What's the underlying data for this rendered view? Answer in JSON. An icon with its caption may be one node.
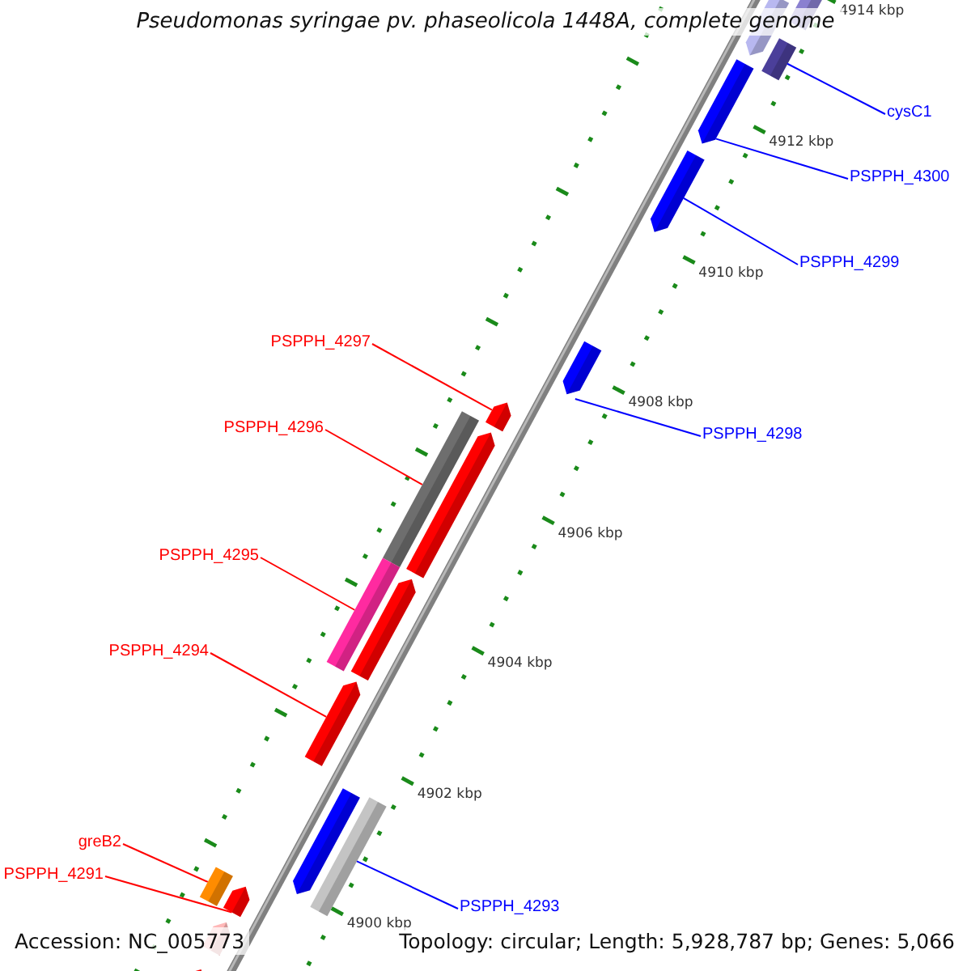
{
  "diagram": {
    "title": "Pseudomonas syringae pv. phaseolicola 1448A, complete genome",
    "nodes": [
      {
        "text": [
          "cysC1"
        ]
      },
      {
        "text": [
          "PSPPH_4300"
        ]
      },
      {
        "text": [
          "PSPPH_4299"
        ]
      },
      {
        "text": [
          "PSPPH_4297"
        ]
      },
      {
        "text": [
          "PSPPH_4296"
        ]
      },
      {
        "text": [
          "PSPPH_4298"
        ]
      },
      {
        "text": [
          "PSPPH_4295"
        ]
      },
      {
        "text": [
          "PSPPH_4294"
        ]
      },
      {
        "text": [
          "greB2"
        ]
      },
      {
        "text": [
          "PSPPH_4291"
        ]
      },
      {
        "text": [
          "PSPPH_4293"
        ]
      },
      {
        "text": [],
        "shape": "bar"
      },
      {
        "text": [],
        "shape": "arrow"
      },
      {
        "text": [],
        "shape": "arrow"
      },
      {
        "text": [],
        "shape": "arrow"
      },
      {
        "text": [],
        "shape": "arrow"
      },
      {
        "text": [],
        "shape": "bar"
      },
      {
        "text": [],
        "shape": "bar"
      },
      {
        "text": [],
        "shape": "arrow"
      },
      {
        "text": [],
        "shape": "bar"
      },
      {
        "text": [],
        "shape": "bar"
      },
      {
        "text": [],
        "shape": "arrow"
      }
    ],
    "edges": [
      {
        "from": 0,
        "to": 11,
        "arrow": "none",
        "color": "#0000ff"
      },
      {
        "from": 1,
        "to": 12,
        "arrow": "none",
        "color": "#0000ff"
      },
      {
        "from": 2,
        "to": 13,
        "arrow": "none",
        "color": "#0000ff"
      },
      {
        "from": 3,
        "to": 15,
        "arrow": "none"
      },
      {
        "from": 4,
        "to": 16,
        "arrow": "none"
      },
      {
        "from": 5,
        "to": 14,
        "arrow": "none",
        "color": "#0000ff"
      },
      {
        "from": 6,
        "to": 17,
        "arrow": "none"
      },
      {
        "from": 7,
        "to": 18,
        "arrow": "none"
      },
      {
        "from": 8,
        "to": 20,
        "arrow": "none"
      },
      {
        "from": 9,
        "to": 21,
        "arrow": "none"
      },
      {
        "from": 10,
        "to": 19,
        "arrow": "none",
        "color": "#0000ff"
      }
    ],
    "labels": [
      "4914 kbp",
      "4912 kbp",
      "4910 kbp",
      "4908 kbp",
      "4906 kbp",
      "4904 kbp",
      "4902 kbp",
      "4900 kbp",
      "Accession: NC_005773",
      "Topology: circular; Length: 5,928,787 bp; Genes: 5,066"
    ]
  }
}
